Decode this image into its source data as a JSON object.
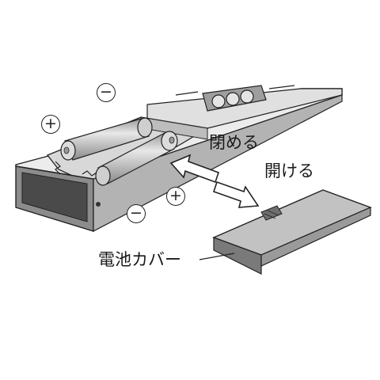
{
  "labels": {
    "close": "閉める",
    "open": "開ける",
    "battery_cover": "電池カバー"
  },
  "polarity": {
    "plus": "+",
    "minus": "−"
  },
  "colors": {
    "outline": "#222222",
    "body_top": "#e6e6e6",
    "body_front": "#8c8c8c",
    "battery": "#c4c4c4",
    "cover_top": "#bdbdbd",
    "cover_edge": "#7a7a7a"
  }
}
